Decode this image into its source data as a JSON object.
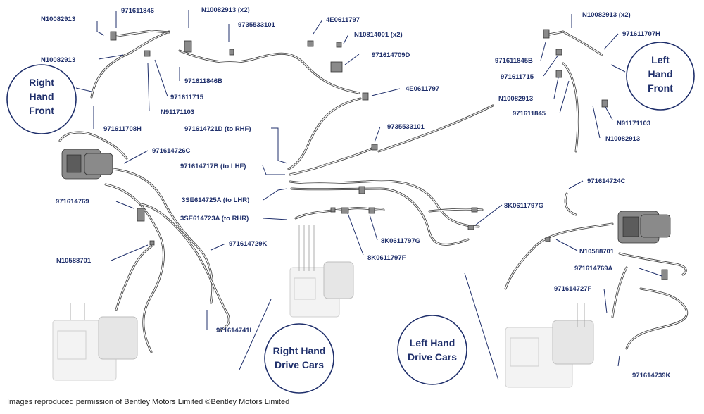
{
  "labels": {
    "rhf_n1": "N10082913",
    "rhf_p1": "971611846",
    "rhf_n2": "N10082913 (x2)",
    "rhf_n3": "N10082913",
    "rhf_p2": "971611846B",
    "rhf_p3": "971611715",
    "rhf_n4": "N91171103",
    "rhf_p4": "971611708H",
    "m_p1": "9735533101",
    "m_p2": "4E0611797",
    "m_n1": "N10814001 (x2)",
    "m_p3": "971614709D",
    "m_p4": "4E0611797",
    "m_p5": "9735533101",
    "r_p1": "971614721D (to RHF)",
    "r_p2": "971614717B (to LHF)",
    "r_p3": "3SE614725A (to LHR)",
    "r_p4": "3SE614723A (to RHR)",
    "rh_p1": "971614726C",
    "rh_p2": "971614769",
    "rh_n1": "N10588701",
    "rh_p3": "971614729K",
    "rh_p4": "971614741L",
    "k_p1": "8K0611797G",
    "k_p2": "8K0611797G",
    "k_p3": "8K0611797F",
    "lhf_n1": "N10082913 (x2)",
    "lhf_p1": "971611707H",
    "lhf_p2": "971611845B",
    "lhf_p3": "971611715",
    "lhf_n2": "N10082913",
    "lhf_p4": "971611845",
    "lhf_n3": "N91171103",
    "lhf_n4": "N10082913",
    "lh_p1": "971614724C",
    "lh_n1": "N10588701",
    "lh_p2": "971614769A",
    "lh_p3": "971614727F",
    "lh_p4": "971614739K"
  },
  "circles": {
    "rhf_line1": "Right",
    "rhf_line2": "Hand",
    "rhf_line3": "Front",
    "lhf_line1": "Left",
    "lhf_line2": "Hand",
    "lhf_line3": "Front",
    "rhd_line1": "Right Hand",
    "rhd_line2": "Drive Cars",
    "lhd_line1": "Left Hand",
    "lhd_line2": "Drive Cars"
  },
  "footer": "Images reproduced permission of Bentley Motors Limited ©Bentley Motors Limited",
  "colors": {
    "label": "#1f2f6b",
    "pipe": "#4a4a4a",
    "ghost": "#cfcfcf"
  }
}
